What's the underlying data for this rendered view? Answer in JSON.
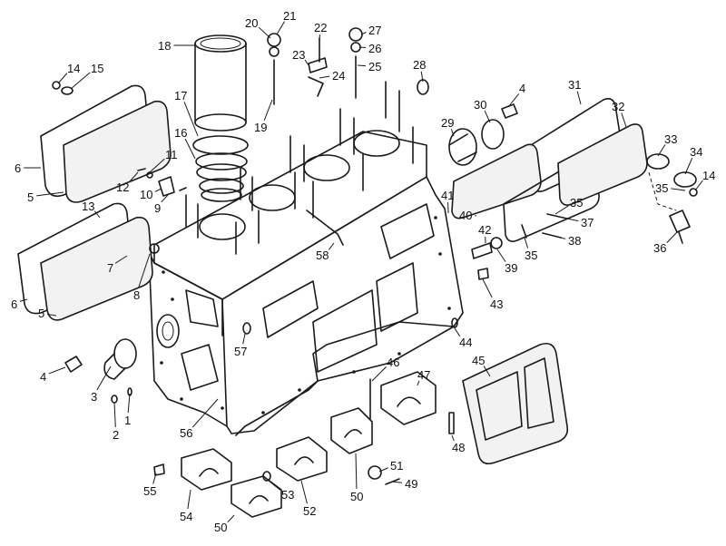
{
  "callouts": [
    {
      "id": "c1",
      "text": "1"
    },
    {
      "id": "c2",
      "text": "2"
    },
    {
      "id": "c3",
      "text": "3"
    },
    {
      "id": "c4a",
      "text": "4"
    },
    {
      "id": "c4b",
      "text": "4"
    },
    {
      "id": "c5a",
      "text": "5"
    },
    {
      "id": "c5b",
      "text": "5"
    },
    {
      "id": "c6a",
      "text": "6"
    },
    {
      "id": "c6b",
      "text": "6"
    },
    {
      "id": "c7",
      "text": "7"
    },
    {
      "id": "c8",
      "text": "8"
    },
    {
      "id": "c9",
      "text": "9"
    },
    {
      "id": "c10",
      "text": "10"
    },
    {
      "id": "c11",
      "text": "11"
    },
    {
      "id": "c12",
      "text": "12"
    },
    {
      "id": "c13",
      "text": "13"
    },
    {
      "id": "c14a",
      "text": "14"
    },
    {
      "id": "c14b",
      "text": "14"
    },
    {
      "id": "c15",
      "text": "15"
    },
    {
      "id": "c16",
      "text": "16"
    },
    {
      "id": "c17",
      "text": "17"
    },
    {
      "id": "c18",
      "text": "18"
    },
    {
      "id": "c19",
      "text": "19"
    },
    {
      "id": "c20",
      "text": "20"
    },
    {
      "id": "c21",
      "text": "21"
    },
    {
      "id": "c22",
      "text": "22"
    },
    {
      "id": "c23",
      "text": "23"
    },
    {
      "id": "c24",
      "text": "24"
    },
    {
      "id": "c25",
      "text": "25"
    },
    {
      "id": "c26",
      "text": "26"
    },
    {
      "id": "c27",
      "text": "27"
    },
    {
      "id": "c28",
      "text": "28"
    },
    {
      "id": "c29",
      "text": "29"
    },
    {
      "id": "c30",
      "text": "30"
    },
    {
      "id": "c31",
      "text": "31"
    },
    {
      "id": "c32",
      "text": "32"
    },
    {
      "id": "c33",
      "text": "33"
    },
    {
      "id": "c34",
      "text": "34"
    },
    {
      "id": "c35a",
      "text": "35"
    },
    {
      "id": "c35b",
      "text": "35"
    },
    {
      "id": "c35c",
      "text": "35"
    },
    {
      "id": "c36",
      "text": "36"
    },
    {
      "id": "c37",
      "text": "37"
    },
    {
      "id": "c38",
      "text": "38"
    },
    {
      "id": "c39",
      "text": "39"
    },
    {
      "id": "c40",
      "text": "40"
    },
    {
      "id": "c41",
      "text": "41"
    },
    {
      "id": "c42",
      "text": "42"
    },
    {
      "id": "c43",
      "text": "43"
    },
    {
      "id": "c44",
      "text": "44"
    },
    {
      "id": "c45",
      "text": "45"
    },
    {
      "id": "c46",
      "text": "46"
    },
    {
      "id": "c47",
      "text": "47"
    },
    {
      "id": "c48",
      "text": "48"
    },
    {
      "id": "c49",
      "text": "49"
    },
    {
      "id": "c50a",
      "text": "50"
    },
    {
      "id": "c50b",
      "text": "50"
    },
    {
      "id": "c51",
      "text": "51"
    },
    {
      "id": "c52",
      "text": "52"
    },
    {
      "id": "c53",
      "text": "53"
    },
    {
      "id": "c54",
      "text": "54"
    },
    {
      "id": "c55",
      "text": "55"
    },
    {
      "id": "c56",
      "text": "56"
    },
    {
      "id": "c57",
      "text": "57"
    },
    {
      "id": "c58",
      "text": "58"
    }
  ]
}
